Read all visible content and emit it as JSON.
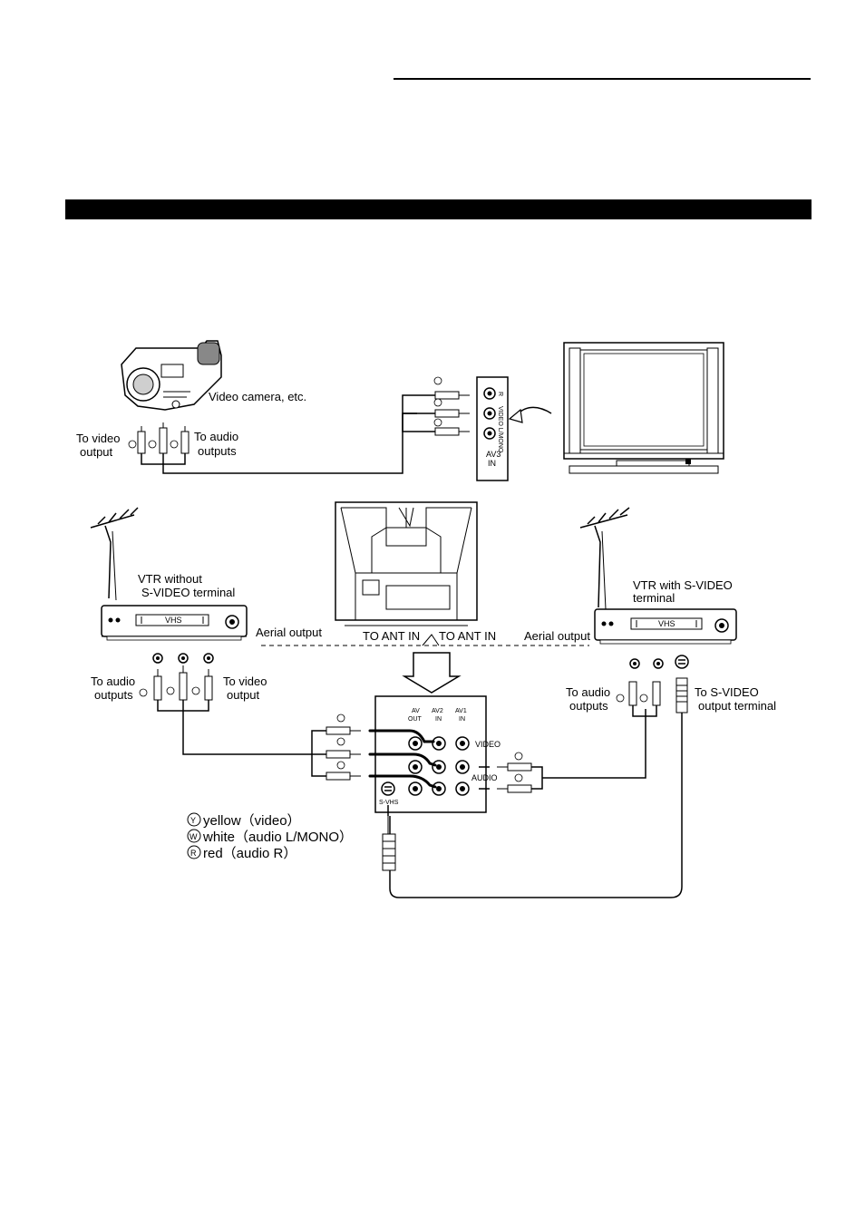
{
  "labels": {
    "camera": "Video camera, etc.",
    "to_video_output_1": "To video",
    "to_video_output_2": "output",
    "to_audio_outputs_1": "To audio",
    "to_audio_outputs_2": "outputs",
    "vtr_without_1": "VTR without",
    "vtr_without_2": "S-VIDEO terminal",
    "vtr_with_1": "VTR with S-VIDEO",
    "vtr_with_2": "terminal",
    "aerial_output_left": "Aerial output",
    "aerial_output_right": "Aerial output",
    "to_ant_in_left": "TO ANT IN",
    "to_ant_in_right": "TO ANT IN",
    "left_to_audio_1": "To audio",
    "left_to_audio_2": "outputs",
    "left_to_video_1": "To video",
    "left_to_video_2": "output",
    "right_to_audio_1": "To audio",
    "right_to_audio_2": "outputs",
    "right_to_svideo_1": "To S-VIDEO",
    "right_to_svideo_2": "output terminal",
    "vhs_left": "VHS",
    "vhs_right": "VHS"
  },
  "panel": {
    "av_out_1": "AV",
    "av_out_2": "OUT",
    "av2_in_1": "AV2",
    "av2_in_2": "IN",
    "av1_in_1": "AV1",
    "av1_in_2": "IN",
    "video": "VIDEO",
    "audio": "AUDIO",
    "svhs": "S-VHS"
  },
  "side_panel": {
    "r": "R",
    "video_mono": "VIDEO  L/MONO",
    "av3_1": "AV3",
    "av3_2": "IN"
  },
  "markers": {
    "y": "Y",
    "w": "W",
    "r": "R"
  },
  "legend": {
    "yellow": "yellow（video）",
    "white": "white（audio L/MONO）",
    "red": "red（audio R）"
  }
}
